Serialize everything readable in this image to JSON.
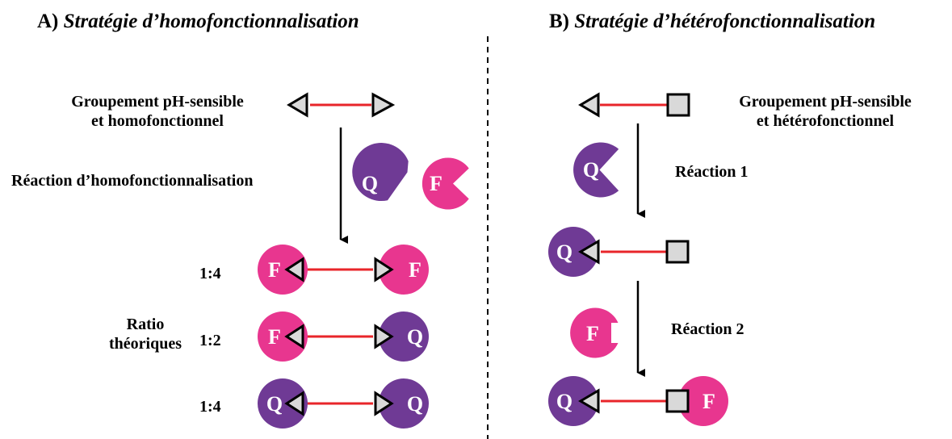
{
  "panel_a": {
    "letter": "A)",
    "title": "Stratégie d’homofonctionnalisation",
    "group_line1": "Groupement pH-sensible",
    "group_line2": "et homofonctionnel",
    "reaction_label": "Réaction d’homofonctionnalisation",
    "ratio_line1": "Ratio",
    "ratio_line2": "théoriques",
    "ratios": [
      "1:4",
      "1:2",
      "1:4"
    ]
  },
  "panel_b": {
    "letter": "B)",
    "title": "Stratégie d’hétérofonctionnalisation",
    "group_line1": "Groupement pH-sensible",
    "group_line2": "et hétérofonctionnel",
    "reaction1_label": "Réaction 1",
    "reaction2_label": "Réaction 2"
  },
  "molecules": {
    "quencher_letter": "Q",
    "fluorophore_letter": "F"
  },
  "colors": {
    "quencher": "#6f3a95",
    "fluorophore": "#e8368f",
    "linker": "#e8252a",
    "group_fill": "#d9d9d9",
    "outline": "#000000"
  }
}
